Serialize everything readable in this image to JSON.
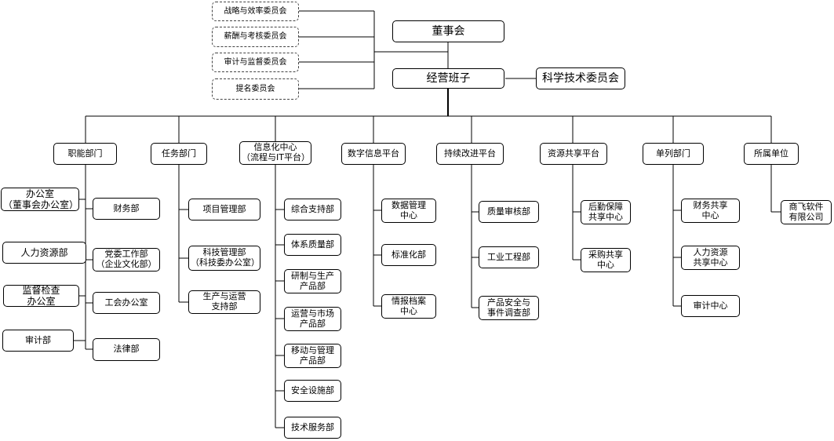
{
  "diagram": {
    "board": "董事会",
    "management": "经营班子",
    "tech_committee": "科学技术委员会",
    "committees": [
      "战略与效率委员会",
      "薪酬与考核委员会",
      "审计与监督委员会",
      "提名委员会"
    ],
    "departments": {
      "functional": {
        "title": "职能部门",
        "left_items": [
          "办公室\n（董事会办公室）",
          "人力资源部",
          "监督检查\n办公室",
          "审计部"
        ],
        "right_items": [
          "财务部",
          "党委工作部\n（企业文化部）",
          "工会办公室",
          "法律部"
        ]
      },
      "task": {
        "title": "任务部门",
        "items": [
          "项目管理部",
          "科技管理部\n（科技委办公室）",
          "生产与运营\n支持部"
        ]
      },
      "info": {
        "title": "信息化中心\n（流程与IT平台）",
        "items": [
          "综合支持部",
          "体系质量部",
          "研制与生产\n产品部",
          "运营与市场\n产品部",
          "移动与管理\n产品部",
          "安全设施部",
          "技术服务部"
        ]
      },
      "digital": {
        "title": "数字信息平台",
        "items": [
          "数据管理\n中心",
          "标准化部",
          "情报档案\n中心"
        ]
      },
      "improvement": {
        "title": "持续改进平台",
        "items": [
          "质量审核部",
          "工业工程部",
          "产品安全与\n事件调查部"
        ]
      },
      "shared": {
        "title": "资源共享平台",
        "items": [
          "后勤保障\n共享中心",
          "采购共享\n中心"
        ]
      },
      "separate": {
        "title": "单列部门",
        "items": [
          "财务共享\n中心",
          "人力资源\n共享中心",
          "审计中心"
        ]
      },
      "affiliated": {
        "title": "所属单位",
        "items": [
          "商飞软件\n有限公司"
        ]
      }
    }
  }
}
